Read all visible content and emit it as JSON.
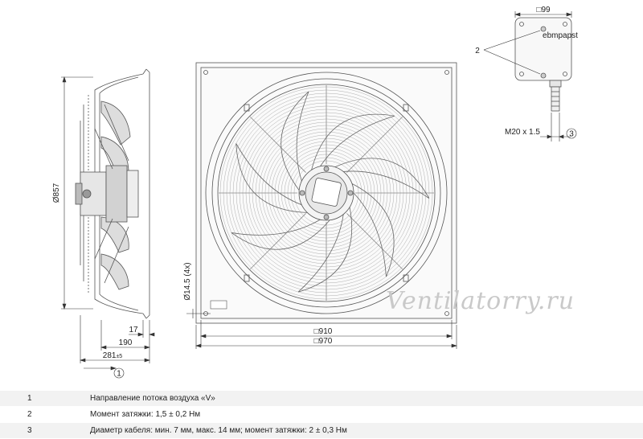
{
  "dimensions": {
    "diameter": "Ø857",
    "d17": "17",
    "d190": "190",
    "d281": "281",
    "d281_tol": "±5",
    "hole": "Ø14.5 (4x)",
    "sq910": "□910",
    "sq970": "□970",
    "box99": "□99",
    "thread": "M20 x 1.5",
    "box_label": "ebmpapst"
  },
  "callouts": {
    "c1": "1",
    "c2": "2",
    "c3": "3"
  },
  "watermark": "Ventilatorry.ru",
  "notes": [
    {
      "num": "1",
      "text": "Направление потока воздуха «V»"
    },
    {
      "num": "2",
      "text": "Момент затяжки: 1,5 ± 0,2 Нм"
    },
    {
      "num": "3",
      "text": "Диаметр кабеля: мин. 7 мм, макс. 14 мм; момент затяжки: 2 ± 0,3 Нм"
    }
  ]
}
